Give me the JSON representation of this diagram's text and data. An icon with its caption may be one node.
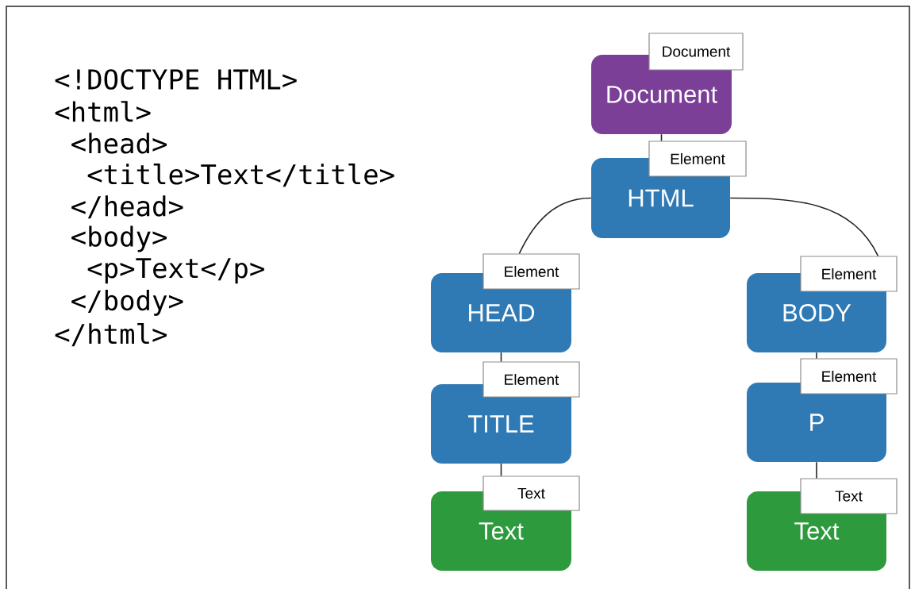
{
  "diagram": {
    "nodes": [
      {
        "text": [
          "Document",
          "Document"
        ]
      },
      {
        "text": [
          "Element",
          "HTML"
        ]
      },
      {
        "text": [
          "Element",
          "HEAD"
        ]
      },
      {
        "text": [
          "Element",
          "TITLE"
        ]
      },
      {
        "text": [
          "Text",
          "Text"
        ]
      },
      {
        "text": [
          "Element",
          "BODY"
        ]
      },
      {
        "text": [
          "Element",
          "P"
        ]
      },
      {
        "text": [
          "Text",
          "Text"
        ]
      }
    ],
    "edges": [
      {
        "from": 0,
        "to": 1,
        "arrow": "none"
      },
      {
        "from": 1,
        "to": 2,
        "arrow": "none"
      },
      {
        "from": 2,
        "to": 3,
        "arrow": "none"
      },
      {
        "from": 3,
        "to": 4,
        "arrow": "none"
      },
      {
        "from": 1,
        "to": 5,
        "arrow": "none"
      },
      {
        "from": 5,
        "to": 6,
        "arrow": "none"
      },
      {
        "from": 6,
        "to": 7,
        "arrow": "none"
      }
    ],
    "labels": [
      "<!DOCTYPE HTML>",
      "<html>",
      "<head>",
      "<title>Text</title>",
      "</head>",
      "<body>",
      "<p>Text</p>",
      "</body>",
      "</html>"
    ]
  }
}
